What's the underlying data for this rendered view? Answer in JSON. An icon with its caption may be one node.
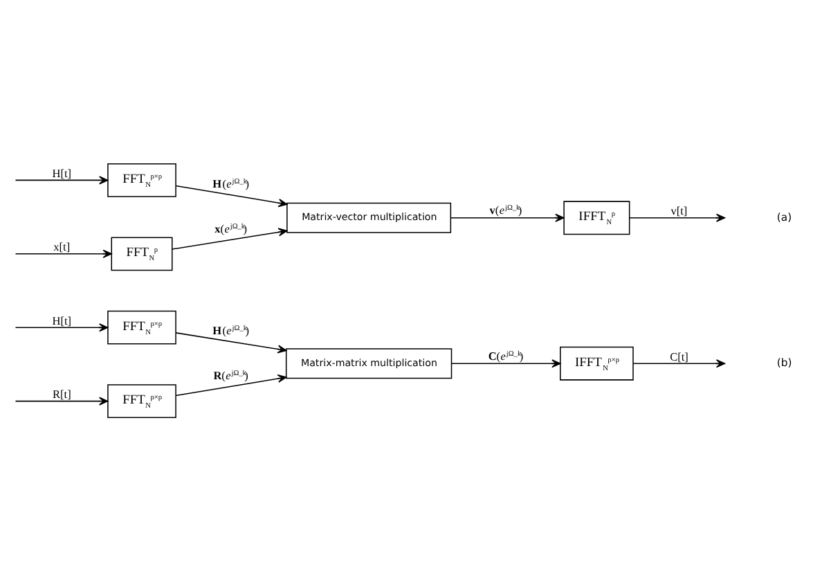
{
  "diagram": {
    "nodes": [
      {
        "text": [
          "FFT$_{N}$$^{p×p}$"
        ]
      },
      {
        "text": [
          "FFT$_{N}$$^{p}$"
        ]
      },
      {
        "text": [
          "Matrix-vector multiplication"
        ]
      },
      {
        "text": [
          "IFFT$_{N}$$^{p}$"
        ]
      },
      {
        "text": [
          "FFT$_{N}$$^{p×p}$"
        ]
      },
      {
        "text": [
          "FFT$_{N}$$^{p×p}$"
        ]
      },
      {
        "text": [
          "Matrix-matrix multiplication"
        ]
      },
      {
        "text": [
          "IFFT$_{N}$$^{p×p}$"
        ]
      }
    ],
    "edges": [
      {
        "from": null,
        "to": 0,
        "arrow": "to",
        "label": "H[t]"
      },
      {
        "from": null,
        "to": 1,
        "arrow": "to",
        "label": "x[t]"
      },
      {
        "from": 0,
        "to": 2,
        "arrow": "to",
        "label": "**H**(*e*$^{jΩ_k}$)"
      },
      {
        "from": 1,
        "to": 2,
        "arrow": "to",
        "label": "**x**(*e*$^{jΩ_k}$)"
      },
      {
        "from": 2,
        "to": 3,
        "arrow": "to",
        "label": "**v**(*e*$^{jΩ_k}$)"
      },
      {
        "from": 3,
        "to": null,
        "arrow": "to",
        "label": "v[t]"
      },
      {
        "from": null,
        "to": 4,
        "arrow": "to",
        "label": "H[t]"
      },
      {
        "from": null,
        "to": 5,
        "arrow": "to",
        "label": "R[t]"
      },
      {
        "from": 4,
        "to": 6,
        "arrow": "to",
        "label": "**H**(*e*$^{jΩ_k}$)"
      },
      {
        "from": 5,
        "to": 6,
        "arrow": "to",
        "label": "**R**(*e*$^{jΩ_k}$)"
      },
      {
        "from": 6,
        "to": 7,
        "arrow": "to",
        "label": "**C**(*e*$^{jΩ_k}$)"
      },
      {
        "from": 7,
        "to": null,
        "arrow": "to",
        "label": "C[t]"
      }
    ],
    "labels": [
      "(a)",
      "(b)"
    ]
  }
}
